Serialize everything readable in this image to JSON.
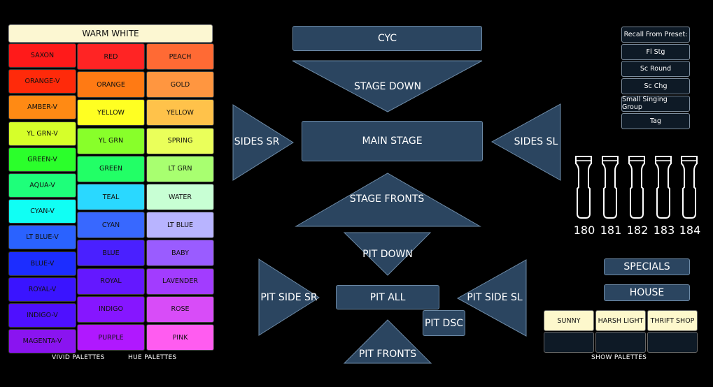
{
  "warm_white": {
    "label": "WARM WHITE",
    "color": "#fcf7d2"
  },
  "vivid_palettes": {
    "footer": "VIVID PALETTES",
    "items": [
      {
        "label": "SAXON",
        "color": "#ff1a1a"
      },
      {
        "label": "ORANGE-V",
        "color": "#ff2a0a"
      },
      {
        "label": "AMBER-V",
        "color": "#ff8a14"
      },
      {
        "label": "YL GRN-V",
        "color": "#d6ff2a"
      },
      {
        "label": "GREEN-V",
        "color": "#2bff2b"
      },
      {
        "label": "AQUA-V",
        "color": "#1eff7a"
      },
      {
        "label": "CYAN-V",
        "color": "#10fff4"
      },
      {
        "label": "LT BLUE-V",
        "color": "#2a62ff"
      },
      {
        "label": "BLUE-V",
        "color": "#1c2dff"
      },
      {
        "label": "ROYAL-V",
        "color": "#3a14ff"
      },
      {
        "label": "INDIGO-V",
        "color": "#4f10ff"
      },
      {
        "label": "MAGENTA-V",
        "color": "#8a14f0"
      }
    ]
  },
  "hue_palettes": {
    "footer": "HUE PALETTES",
    "col1": [
      {
        "label": "RED",
        "color": "#ff2424"
      },
      {
        "label": "ORANGE",
        "color": "#ff7a14"
      },
      {
        "label": "YELLOW",
        "color": "#ffff22"
      },
      {
        "label": "YL GRN",
        "color": "#88ff2a"
      },
      {
        "label": "GREEN",
        "color": "#22ff66"
      },
      {
        "label": "TEAL",
        "color": "#2ad8ff"
      },
      {
        "label": "CYAN",
        "color": "#3868ff"
      },
      {
        "label": "BLUE",
        "color": "#4a20ff"
      },
      {
        "label": "ROYAL",
        "color": "#6418ff"
      },
      {
        "label": "INDIGO",
        "color": "#8616ff"
      },
      {
        "label": "PURPLE",
        "color": "#b018ff"
      }
    ],
    "col2": [
      {
        "label": "PEACH",
        "color": "#ff6a34"
      },
      {
        "label": "GOLD",
        "color": "#ff9640"
      },
      {
        "label": "YELLOW",
        "color": "#ffc24a"
      },
      {
        "label": "SPRING",
        "color": "#eaff5a"
      },
      {
        "label": "LT GRN",
        "color": "#a8ff70"
      },
      {
        "label": "WATER",
        "color": "#c8ffd4"
      },
      {
        "label": "LT BLUE",
        "color": "#b8b4ff"
      },
      {
        "label": "BABY",
        "color": "#9a5cff"
      },
      {
        "label": "LAVENDER",
        "color": "#a23cff"
      },
      {
        "label": "ROSE",
        "color": "#d84cf8"
      },
      {
        "label": "PINK",
        "color": "#ff5cf0"
      }
    ]
  },
  "stage": {
    "cyc": "CYC",
    "stage_down": "STAGE DOWN",
    "sides_sr": "SIDES SR",
    "main_stage": "MAIN STAGE",
    "sides_sl": "SIDES SL",
    "stage_fronts": "STAGE FRONTS",
    "pit_down": "PIT DOWN",
    "pit_side_sr": "PIT SIDE SR",
    "pit_all": "PIT ALL",
    "pit_side_sl": "PIT SIDE SL",
    "pit_dsc": "PIT DSC",
    "pit_fronts": "PIT FRONTS"
  },
  "presets": {
    "items": [
      "Recall From Preset:",
      "Fl Stg",
      "Sc Round",
      "Sc Chg",
      "Small Singing Group",
      "Tag"
    ]
  },
  "fixtures": {
    "numbers": [
      "180",
      "181",
      "182",
      "183",
      "184"
    ]
  },
  "specials_label": "SPECIALS",
  "house_label": "HOUSE",
  "show_palettes": {
    "footer": "SHOW PALETTES",
    "items": [
      "SUNNY",
      "HARSH LIGHT",
      "THRIFT SHOP"
    ],
    "active_color": "#fdf8cc"
  },
  "colors": {
    "zone_fill": "#2b4560",
    "zone_border": "#6d8aa6"
  }
}
